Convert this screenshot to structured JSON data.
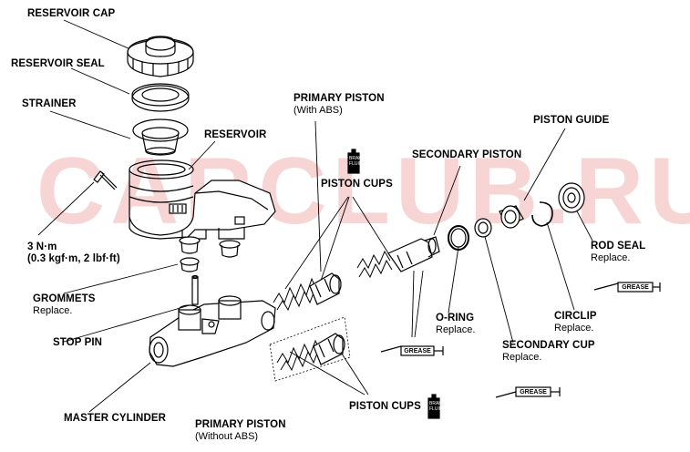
{
  "watermark": "CARCLUB.RU",
  "labels": {
    "reservoir_cap": "RESERVOIR CAP",
    "reservoir_seal": "RESERVOIR SEAL",
    "strainer": "STRAINER",
    "reservoir": "RESERVOIR",
    "torque_main": "3 N·m",
    "torque_sub": "(0.3 kgf·m, 2 lbf·ft)",
    "grommets": "GROMMETS",
    "grommets_note": "Replace.",
    "stop_pin": "STOP PIN",
    "master_cylinder": "MASTER CYLINDER",
    "primary_piston_abs": "PRIMARY PISTON",
    "primary_piston_abs_note": "(With ABS)",
    "primary_piston_noabs": "PRIMARY PISTON",
    "primary_piston_noabs_note": "(Without ABS)",
    "piston_cups_top": "PISTON CUPS",
    "piston_cups_bottom": "PISTON CUPS",
    "secondary_piston": "SECONDARY PISTON",
    "o_ring": "O-RING",
    "o_ring_note": "Replace.",
    "secondary_cup": "SECONDARY CUP",
    "secondary_cup_note": "Replace.",
    "piston_guide": "PISTON GUIDE",
    "rod_seal": "ROD SEAL",
    "rod_seal_note": "Replace.",
    "circlip": "CIRCLIP",
    "circlip_note": "Replace."
  },
  "fluid_bottle_text": [
    "BRAKE",
    "FLUID"
  ],
  "grease_text": "GREASE",
  "colors": {
    "line": "#000000",
    "watermark": "#f3b3b3"
  }
}
